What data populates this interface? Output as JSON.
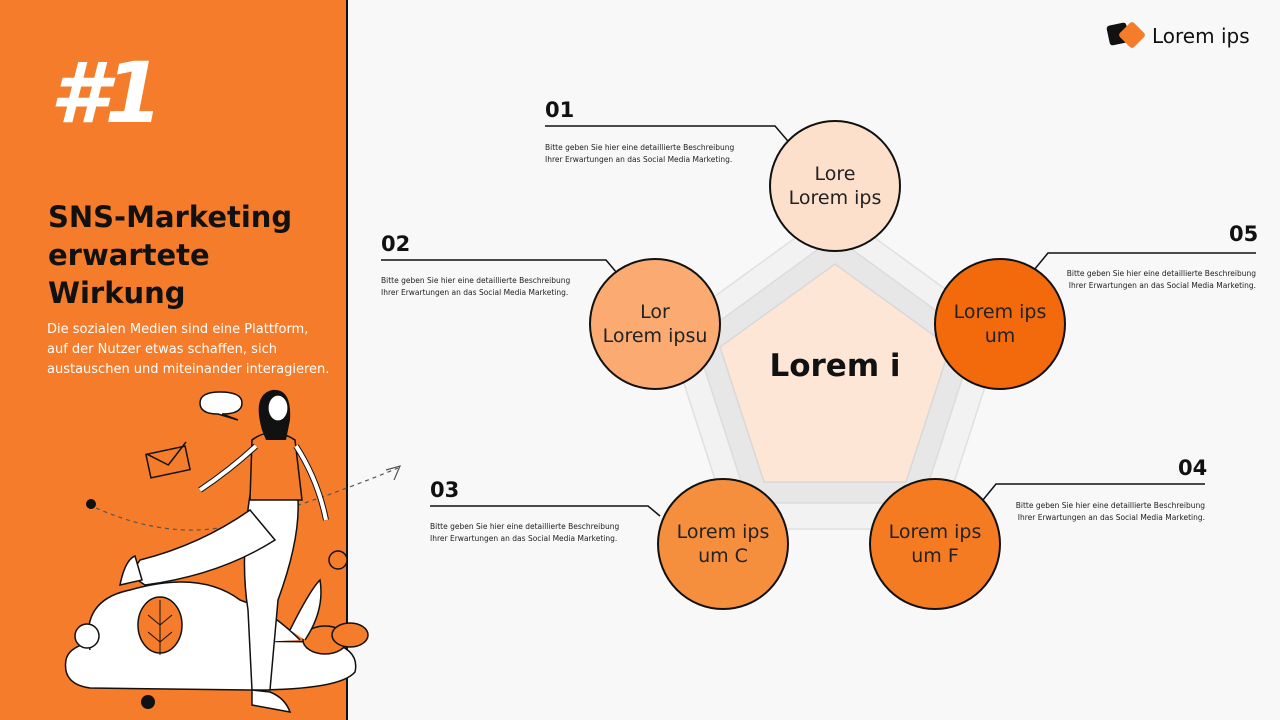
{
  "left_panel": {
    "number": "#1",
    "title_line1": "SNS-Marketing",
    "title_line2": "erwartete Wirkung",
    "desc_line1": "Die sozialen Medien sind eine Plattform,",
    "desc_line2": "auf der Nutzer etwas schaffen, sich",
    "desc_line3": "austauschen und miteinander interagieren."
  },
  "logo": {
    "text": "Lorem ips",
    "icon": "logo-icon"
  },
  "center": {
    "label": "Lorem i"
  },
  "nodes": [
    {
      "number": "01",
      "line1": "Lore",
      "line2": "Lorem ips",
      "color": "#fde0cb",
      "note1": "Bitte geben Sie hier eine detaillierte Beschreibung",
      "note2": "Ihrer Erwartungen an das Social Media Marketing."
    },
    {
      "number": "02",
      "line1": "Lor",
      "line2": "Lorem ipsu",
      "color": "#fbaa72",
      "note1": "Bitte geben Sie hier eine detaillierte Beschreibung",
      "note2": "Ihrer Erwartungen an das Social Media Marketing."
    },
    {
      "number": "03",
      "line1": "Lorem ips",
      "line2": "um C",
      "color": "#f68f3d",
      "note1": "Bitte geben Sie hier eine detaillierte Beschreibung",
      "note2": "Ihrer Erwartungen an das Social Media Marketing."
    },
    {
      "number": "04",
      "line1": "Lorem ips",
      "line2": "um F",
      "color": "#f57b22",
      "note1": "Bitte geben Sie hier eine detaillierte Beschreibung",
      "note2": "Ihrer Erwartungen an das Social Media Marketing."
    },
    {
      "number": "05",
      "line1": "Lorem ips",
      "line2": "um",
      "color": "#f26a0c",
      "note1": "Bitte geben Sie hier eine detaillierte Beschreibung",
      "note2": "Ihrer Erwartungen an das Social Media Marketing."
    }
  ],
  "colors": {
    "accent": "#f47c2a",
    "pentagon_fill": "#fde6d6",
    "ring": "#e4e4e4"
  }
}
